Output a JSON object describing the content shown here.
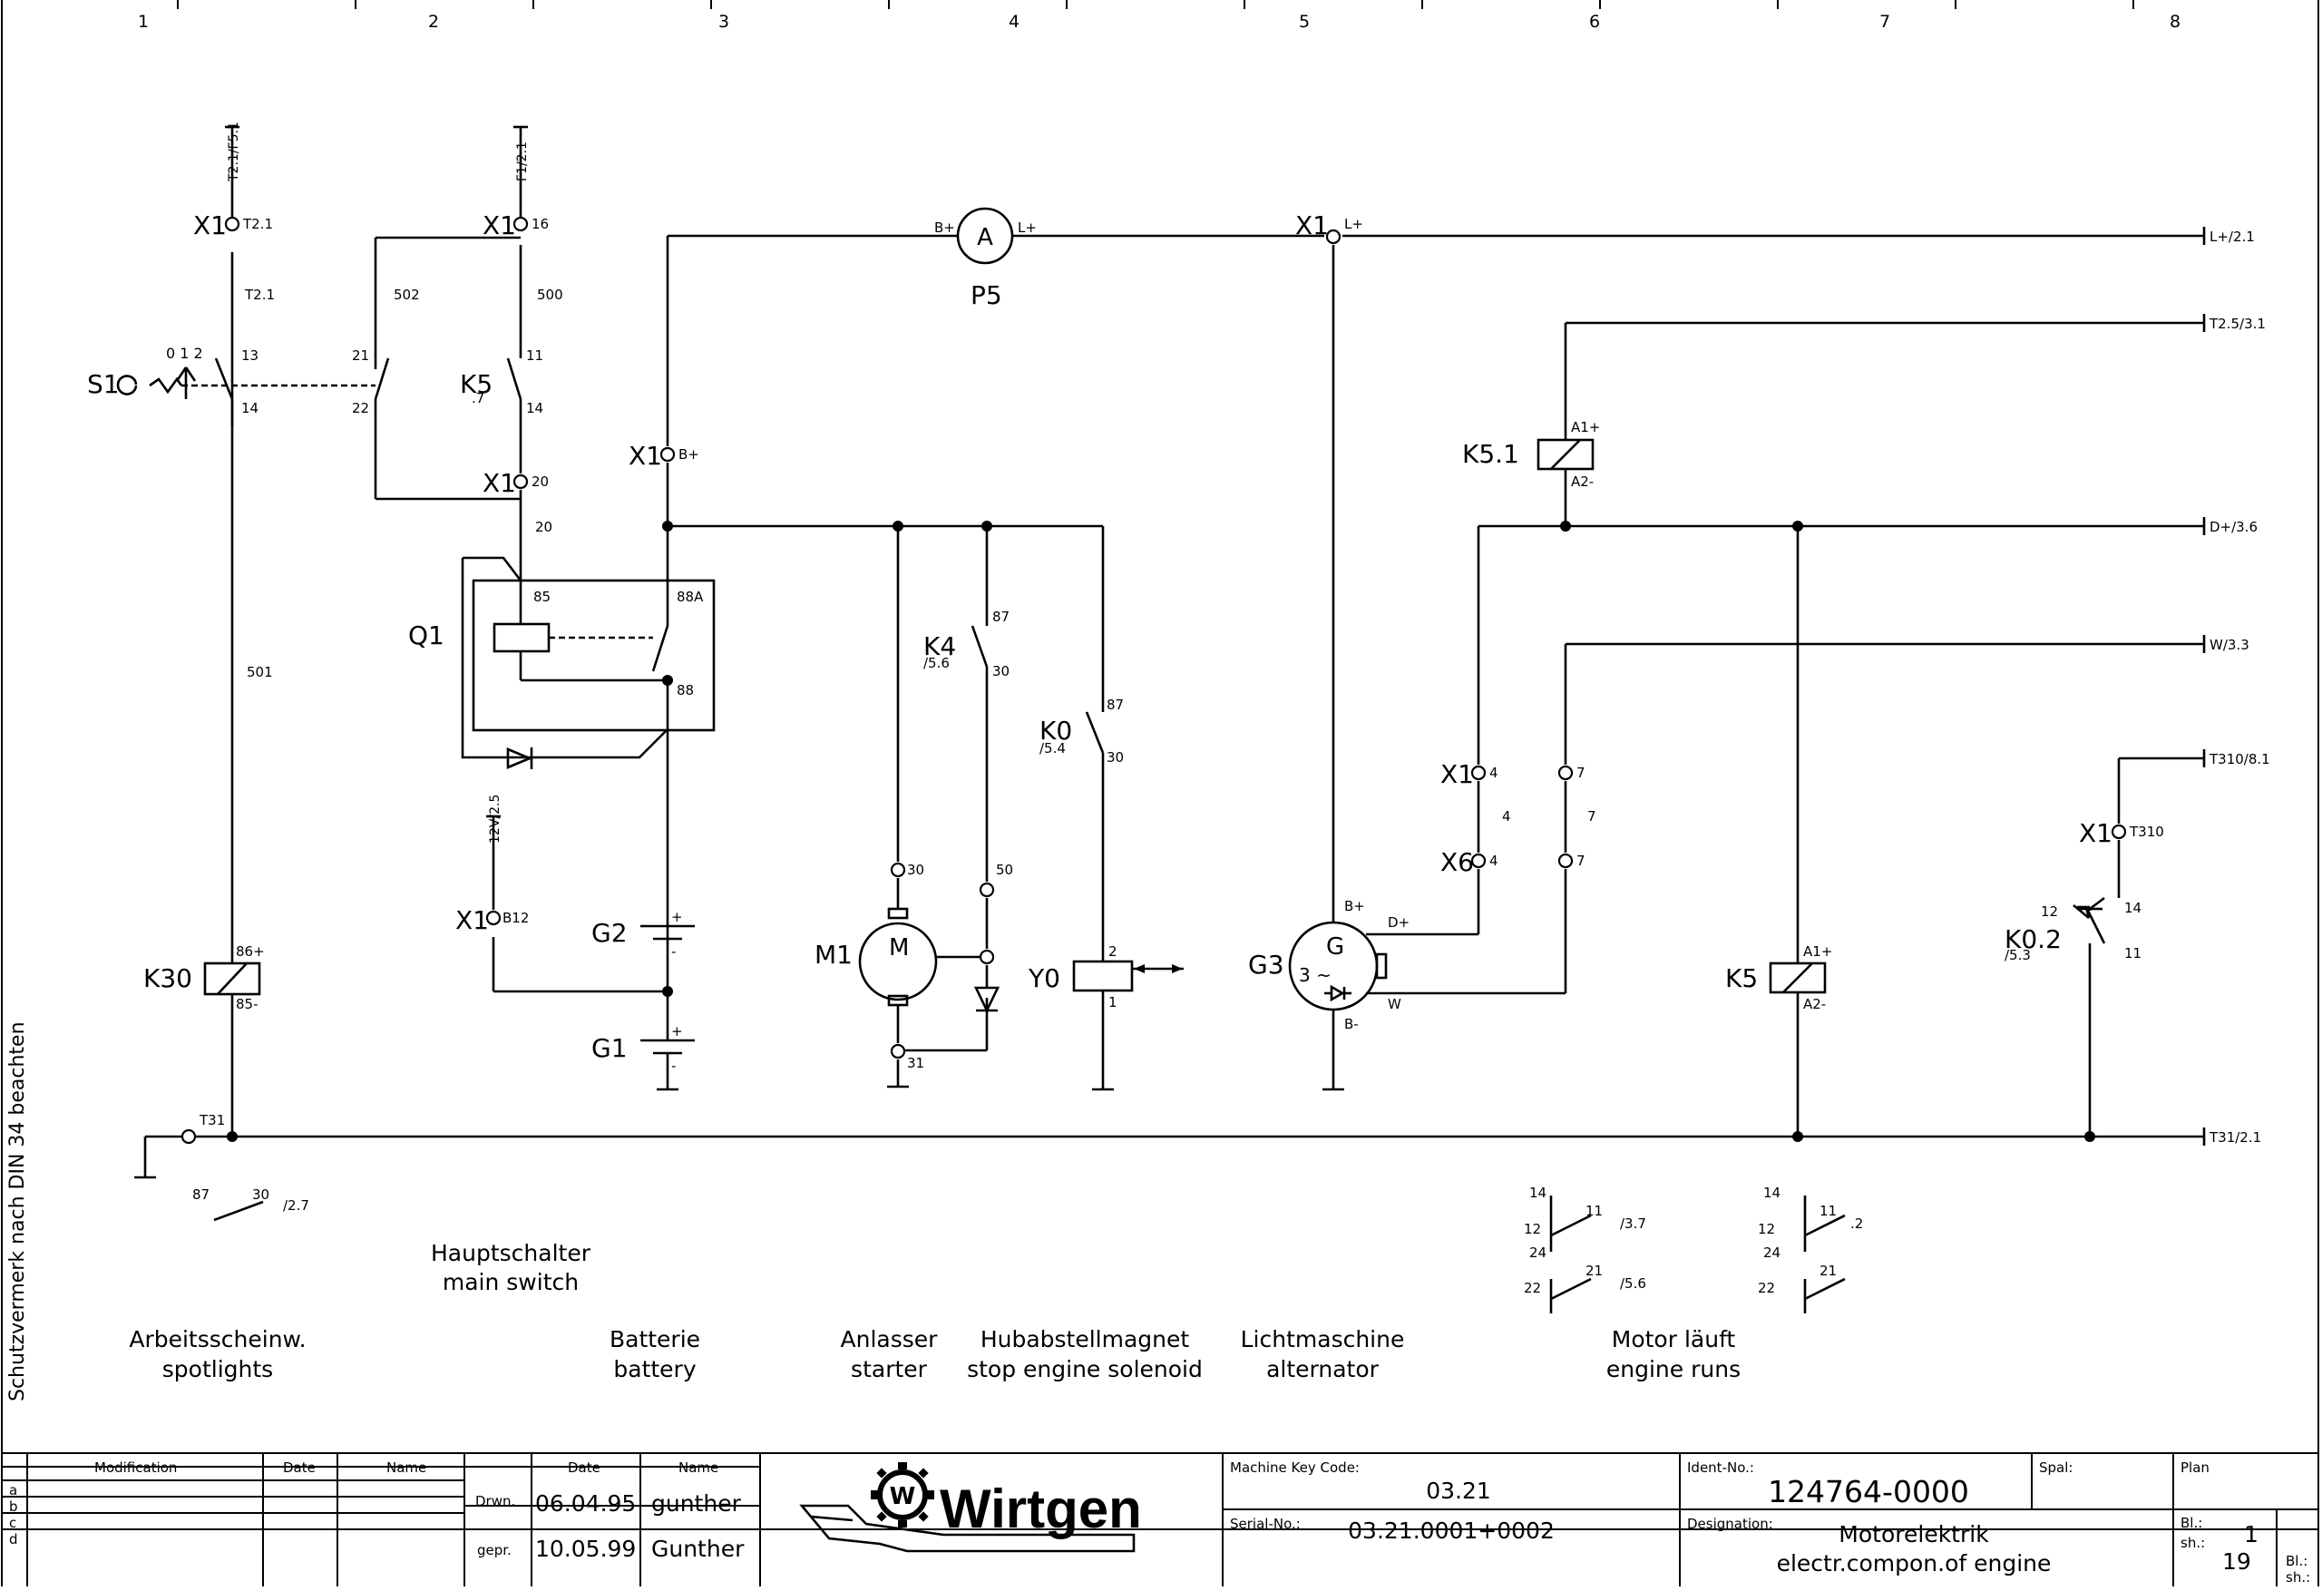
{
  "columns": [
    "1",
    "2",
    "3",
    "4",
    "5",
    "6",
    "7",
    "8"
  ],
  "wires": {
    "t21": "T2.1",
    "w502": "502",
    "w500": "500",
    "w20": "20",
    "w501": "501",
    "w4": "4",
    "w7": "7"
  },
  "refs": {
    "t21f51": "T2.1/F5.1",
    "f21": "F1/2.1",
    "lp21": "L+/2.1",
    "t25_31": "T2.5/3.1",
    "dp36": "D+/3.6",
    "w33": "W/3.3",
    "t310_81": "T310/8.1",
    "t31_21": "T31/2.1",
    "v1225": "12V/2.5",
    "k5ref": ".7",
    "k4ref": "/5.6",
    "k0ref": "/5.4",
    "k02ref": "/5.3",
    "x27": "/2.7",
    "m37": "/3.7",
    "m56": "/5.6",
    "m2": ".2"
  },
  "terminals": {
    "x1": "X1",
    "x6": "X6",
    "t21": "T2.1",
    "t16": "16",
    "t20": "20",
    "tbp": "B+",
    "tlp": "L+",
    "tb12": "B12",
    "t4": "4",
    "t7": "7",
    "t310": "T310",
    "t31": "T31"
  },
  "components": {
    "s1": "S1",
    "s1pos": "0 1 2",
    "k5": "K5",
    "k51": "K5.1",
    "q1": "Q1",
    "p5": "P5",
    "a": "A",
    "k4": "K4",
    "k0": "K0",
    "k30": "K30",
    "g2": "G2",
    "g1": "G1",
    "m1": "M1",
    "m": "M",
    "y0": "Y0",
    "g3": "G3",
    "g": "G",
    "g3sym": "3 ~",
    "k02": "K0.2"
  },
  "pins": {
    "p13": "13",
    "p14": "14",
    "p21": "21",
    "p22": "22",
    "p11": "11",
    "p85": "85",
    "p88a": "88A",
    "p88": "88",
    "p87": "87",
    "p30": "30",
    "p50": "50",
    "p31": "31",
    "p2": "2",
    "p1": "1",
    "p12": "12",
    "p24": "24",
    "pbp": "B+",
    "plp": "L+",
    "pbm": "B-",
    "pdp": "D+",
    "pw": "W",
    "a1p": "A1+",
    "a2m": "A2-",
    "p86p": "86+",
    "p85m": "85-",
    "plus": "+",
    "minus": "-"
  },
  "captions": {
    "hauptschalter": "Hauptschalter",
    "main_switch": "main switch",
    "arbeits": "Arbeitsscheinw.",
    "spotlights": "spotlights",
    "batterie": "Batterie",
    "battery": "battery",
    "anlasser": "Anlasser",
    "starter": "starter",
    "hubab": "Hubabstellmagnet",
    "stop": "stop engine solenoid",
    "licht": "Lichtmaschine",
    "alternator": "alternator",
    "motor": "Motor läuft",
    "runs": "engine runs"
  },
  "side_note": "Schutzvermerk nach DIN 34 beachten",
  "title_block": {
    "modification": "Modification",
    "date": "Date",
    "name": "Name",
    "rows": [
      "a",
      "b",
      "c",
      "d"
    ],
    "drwn": "Drwn.",
    "drwn_date": "06.04.95",
    "drwn_name": "gunther",
    "gepr": "gepr.",
    "gepr_date": "10.05.99",
    "gepr_name": "Gunther",
    "company": "Wirtgen",
    "logo_letter": "W",
    "machine_key_label": "Machine Key Code:",
    "machine_key": "03.21",
    "serial_label": "Serial-No.:",
    "serial": "03.21.0001+0002",
    "ident_label": "Ident-No.:",
    "ident": "124764-0000",
    "spal_label": "Spal:",
    "designation_label": "Designation:",
    "designation_de": "Motorelektrik",
    "designation_en": "electr.compon.of engine",
    "plan_label": "Plan",
    "bl_label": "Bl.:",
    "bl_value": "1",
    "sh_label": "sh.:",
    "sh_value": "19",
    "bl2": "Bl.:",
    "sh2": "sh.:"
  }
}
